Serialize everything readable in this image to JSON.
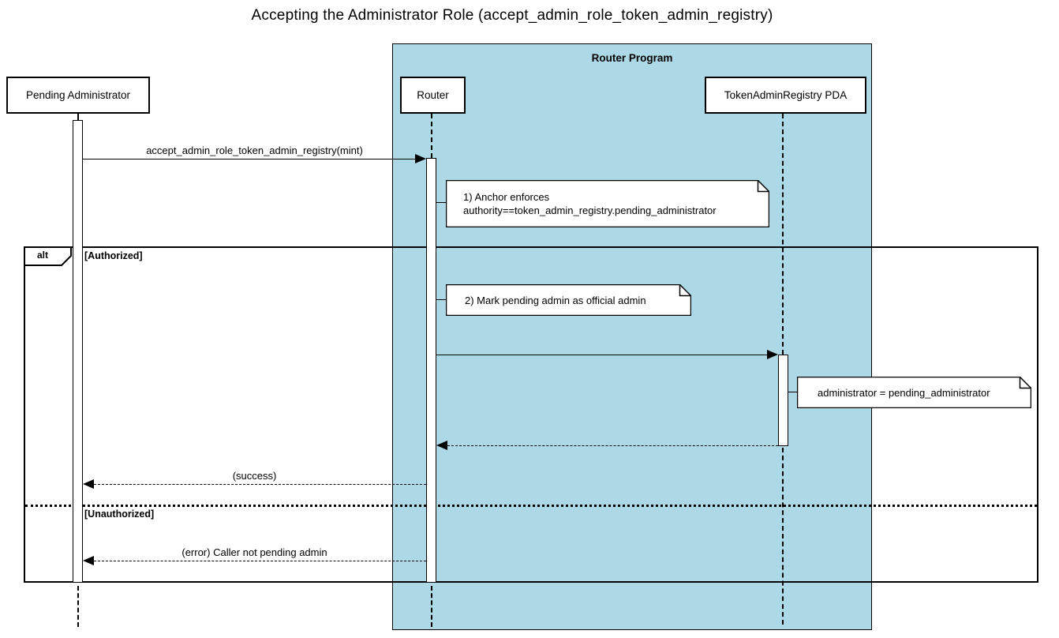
{
  "title": "Accepting the Administrator Role (accept_admin_role_token_admin_registry)",
  "diagram_type": "sequence-diagram",
  "colors": {
    "group_fill": "#ADD8E6",
    "line": "#000000",
    "participant_fill": "#FFFFFF",
    "note_fill": "#FFFFFF"
  },
  "group": {
    "label": "Router Program"
  },
  "participants": [
    {
      "label": "Pending Administrator"
    },
    {
      "label": "Router"
    },
    {
      "label": "TokenAdminRegistry PDA"
    }
  ],
  "messages": [
    {
      "from": "Pending Administrator",
      "to": "Router",
      "label": "accept_admin_role_token_admin_registry(mint)",
      "style": "solid"
    },
    {
      "from": "Router",
      "to": "TokenAdminRegistry PDA",
      "label": "",
      "style": "solid"
    },
    {
      "from": "TokenAdminRegistry PDA",
      "to": "Router",
      "label": "",
      "style": "dashed"
    },
    {
      "from": "Router",
      "to": "Pending Administrator",
      "label": "(success)",
      "style": "dashed"
    },
    {
      "from": "Router",
      "to": "Pending Administrator",
      "label": "(error) Caller not pending admin",
      "style": "dashed"
    }
  ],
  "notes": [
    {
      "text": "1) Anchor enforces\nauthority==token_admin_registry.pending_administrator"
    },
    {
      "text": "2) Mark pending admin as official admin"
    },
    {
      "text": "administrator = pending_administrator"
    }
  ],
  "alt_frame": {
    "operator": "alt",
    "guards": [
      "[Authorized]",
      "[Unauthorized]"
    ]
  }
}
